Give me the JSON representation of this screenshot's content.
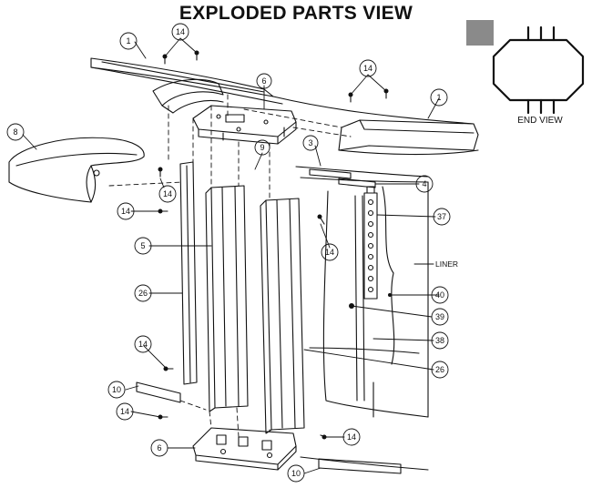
{
  "title": "EXPLODED PARTS VIEW",
  "end_view_label": "END VIEW",
  "liner_label": "LINER",
  "callouts": {
    "c1a": "1",
    "c1b": "1",
    "c14_top_a": "14",
    "c14_top_b": "14",
    "c6_top": "6",
    "c8": "8",
    "c9": "9",
    "c3": "3",
    "c4": "4",
    "c14_cap": "14",
    "c14_left": "14",
    "c14_mid": "14",
    "c37": "37",
    "c5": "5",
    "c40": "40",
    "c26_left": "26",
    "c39": "39",
    "c38": "38",
    "c14_low": "14",
    "c26_right": "26",
    "c10_left": "10",
    "c14_bottom_left": "14",
    "c14_bottom_right": "14",
    "c6_bottom": "6",
    "c10_bottom": "10"
  },
  "colors": {
    "ink": "#111111",
    "swatch": "#8a8a8a",
    "paper": "#ffffff"
  }
}
